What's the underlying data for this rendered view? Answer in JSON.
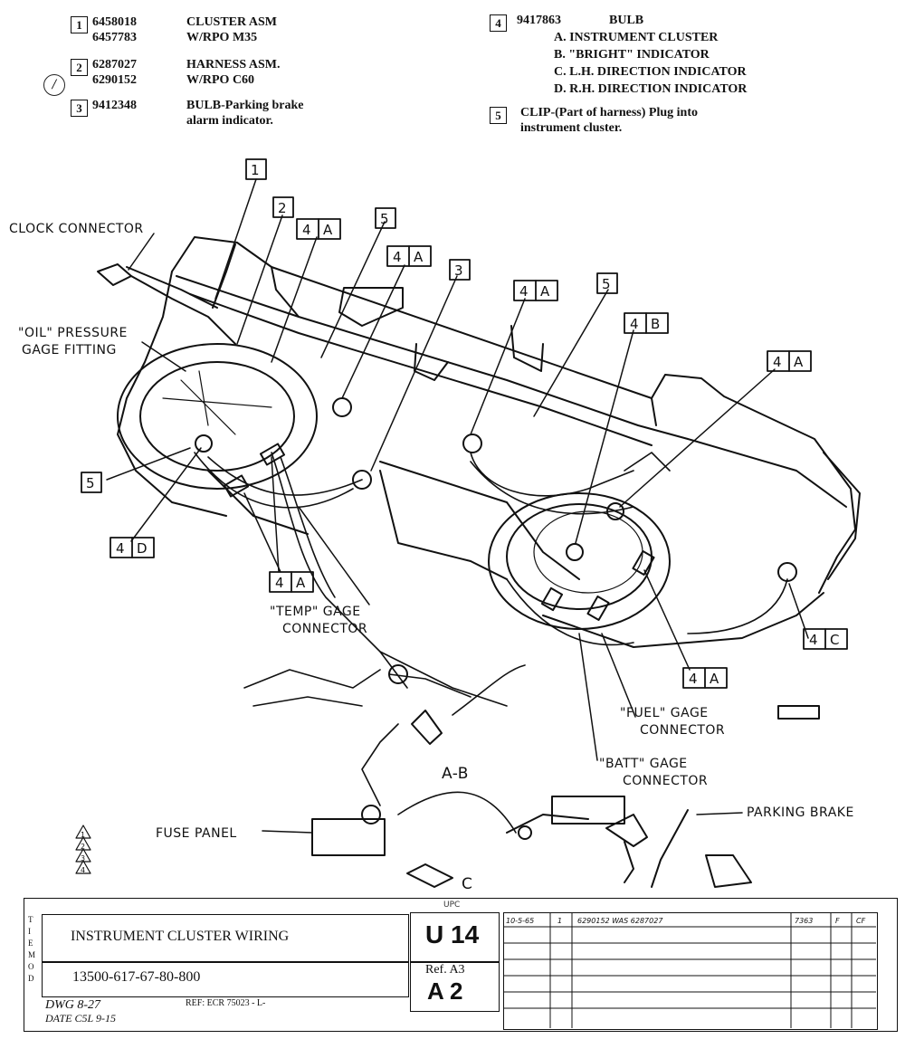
{
  "legend": {
    "left": [
      {
        "num": "1",
        "parts": [
          "6458018",
          "6457783"
        ],
        "desc": [
          "CLUSTER ASM",
          "W/RPO M35"
        ]
      },
      {
        "num": "2",
        "parts": [
          "6287027",
          "6290152"
        ],
        "desc": [
          "HARNESS ASM.",
          "W/RPO C60"
        ]
      },
      {
        "num": "3",
        "parts": [
          "9412348"
        ],
        "desc": [
          "BULB-Parking brake",
          "alarm indicator."
        ]
      }
    ],
    "revision_mark": "/",
    "bulb": {
      "num": "4",
      "part": "9417863",
      "title": "BULB",
      "items": [
        "A.  INSTRUMENT CLUSTER",
        "B.  \"BRIGHT\" INDICATOR",
        "C.  L.H.  DIRECTION INDICATOR",
        "D.  R.H.  DIRECTION INDICATOR"
      ]
    },
    "clip": {
      "num": "5",
      "text": [
        "CLIP-(Part of harness) Plug into",
        "instrument cluster."
      ]
    }
  },
  "callouts": {
    "c1": "1",
    "c2": "2",
    "c3": "3",
    "c4a": "4",
    "a": "A",
    "b": "B",
    "c": "C",
    "d": "D",
    "c5": "5"
  },
  "labels": {
    "clock_connector": "CLOCK CONNECTOR",
    "oil_pressure": [
      "\"OIL\" PRESSURE",
      "GAGE FITTING"
    ],
    "temp_gage": [
      "\"TEMP\" GAGE",
      "CONNECTOR"
    ],
    "fuel_gage": [
      "\"FUEL\" GAGE",
      "CONNECTOR"
    ],
    "batt_gage": [
      "\"BATT\" GAGE",
      "CONNECTOR"
    ],
    "parking_brake": "PARKING BRAKE",
    "fuse_panel": "FUSE PANEL",
    "view_ab": "A-B",
    "view_c": "C",
    "triangles": [
      "1",
      "2",
      "3",
      "4"
    ]
  },
  "title_block": {
    "upc_label": "UPC",
    "title": "INSTRUMENT CLUSTER WIRING",
    "model": "13500-617-67-80-800",
    "upc": "U 14",
    "ref": "Ref. A3",
    "ref_code": "A 2",
    "dwg": "DWG 8-27",
    "date": "DATE C5L 9-15",
    "ecr": "REF: ECR 75023 - L-",
    "rev_row": [
      "10-5-65",
      "1",
      "6290152 WAS 6287027",
      "7363",
      "F",
      "CF"
    ],
    "side_letters": [
      "T",
      "I",
      "E",
      "M",
      "O",
      "D"
    ]
  },
  "colors": {
    "ink": "#111111",
    "paper": "#ffffff"
  }
}
